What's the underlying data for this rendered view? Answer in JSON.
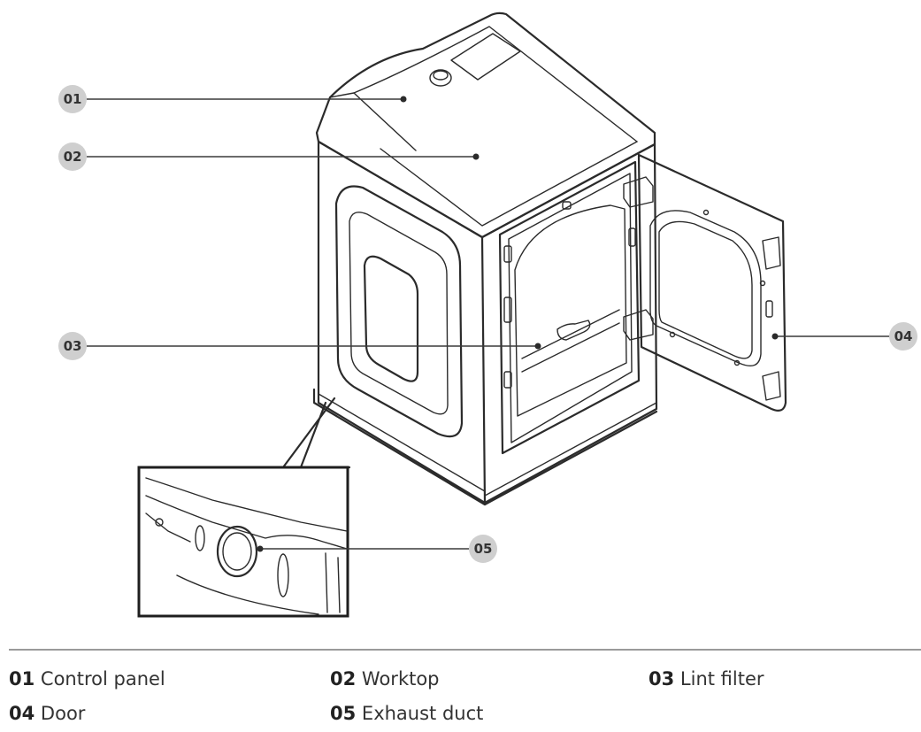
{
  "callouts": [
    {
      "id": "01",
      "label": "Control panel"
    },
    {
      "id": "02",
      "label": "Worktop"
    },
    {
      "id": "03",
      "label": "Lint filter"
    },
    {
      "id": "04",
      "label": "Door"
    },
    {
      "id": "05",
      "label": "Exhaust duct"
    }
  ],
  "legend": [
    {
      "num": "01",
      "text": "Control panel"
    },
    {
      "num": "02",
      "text": "Worktop"
    },
    {
      "num": "03",
      "text": "Lint filter"
    },
    {
      "num": "04",
      "text": "Door"
    },
    {
      "num": "05",
      "text": "Exhaust duct"
    }
  ]
}
